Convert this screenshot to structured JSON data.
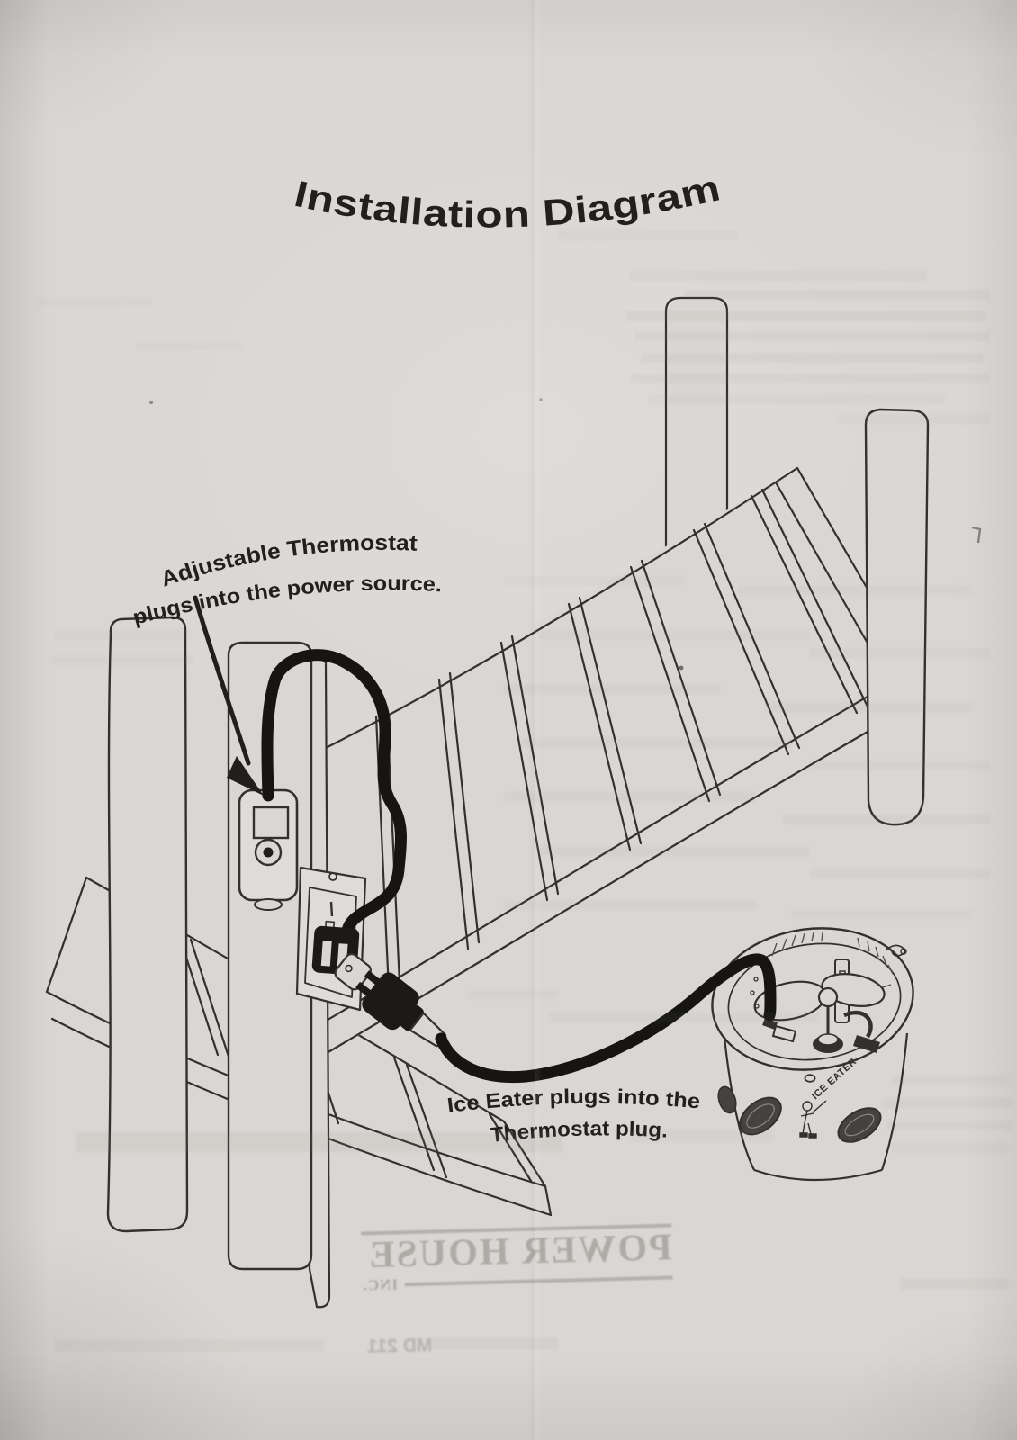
{
  "page": {
    "title": "Installation Diagram"
  },
  "annotations": {
    "thermostat_label": {
      "line1": "Adjustable Thermostat",
      "line2": "plugs into the power source."
    },
    "ice_eater_label": {
      "line1": "Ice Eater plugs into the",
      "line2": "Thermostat plug."
    }
  },
  "drawing": {
    "ice_eater_brand": "ICE EATER"
  },
  "bleed_through": {
    "brand": "POWER HOUSE",
    "brand_suffix": "INC.",
    "address_fragment": "MD 211"
  },
  "colors": {
    "paper": "#d9d7d3",
    "ink": "#33312d",
    "cable": "#161513",
    "bleed_ink": "#8f8d87"
  }
}
